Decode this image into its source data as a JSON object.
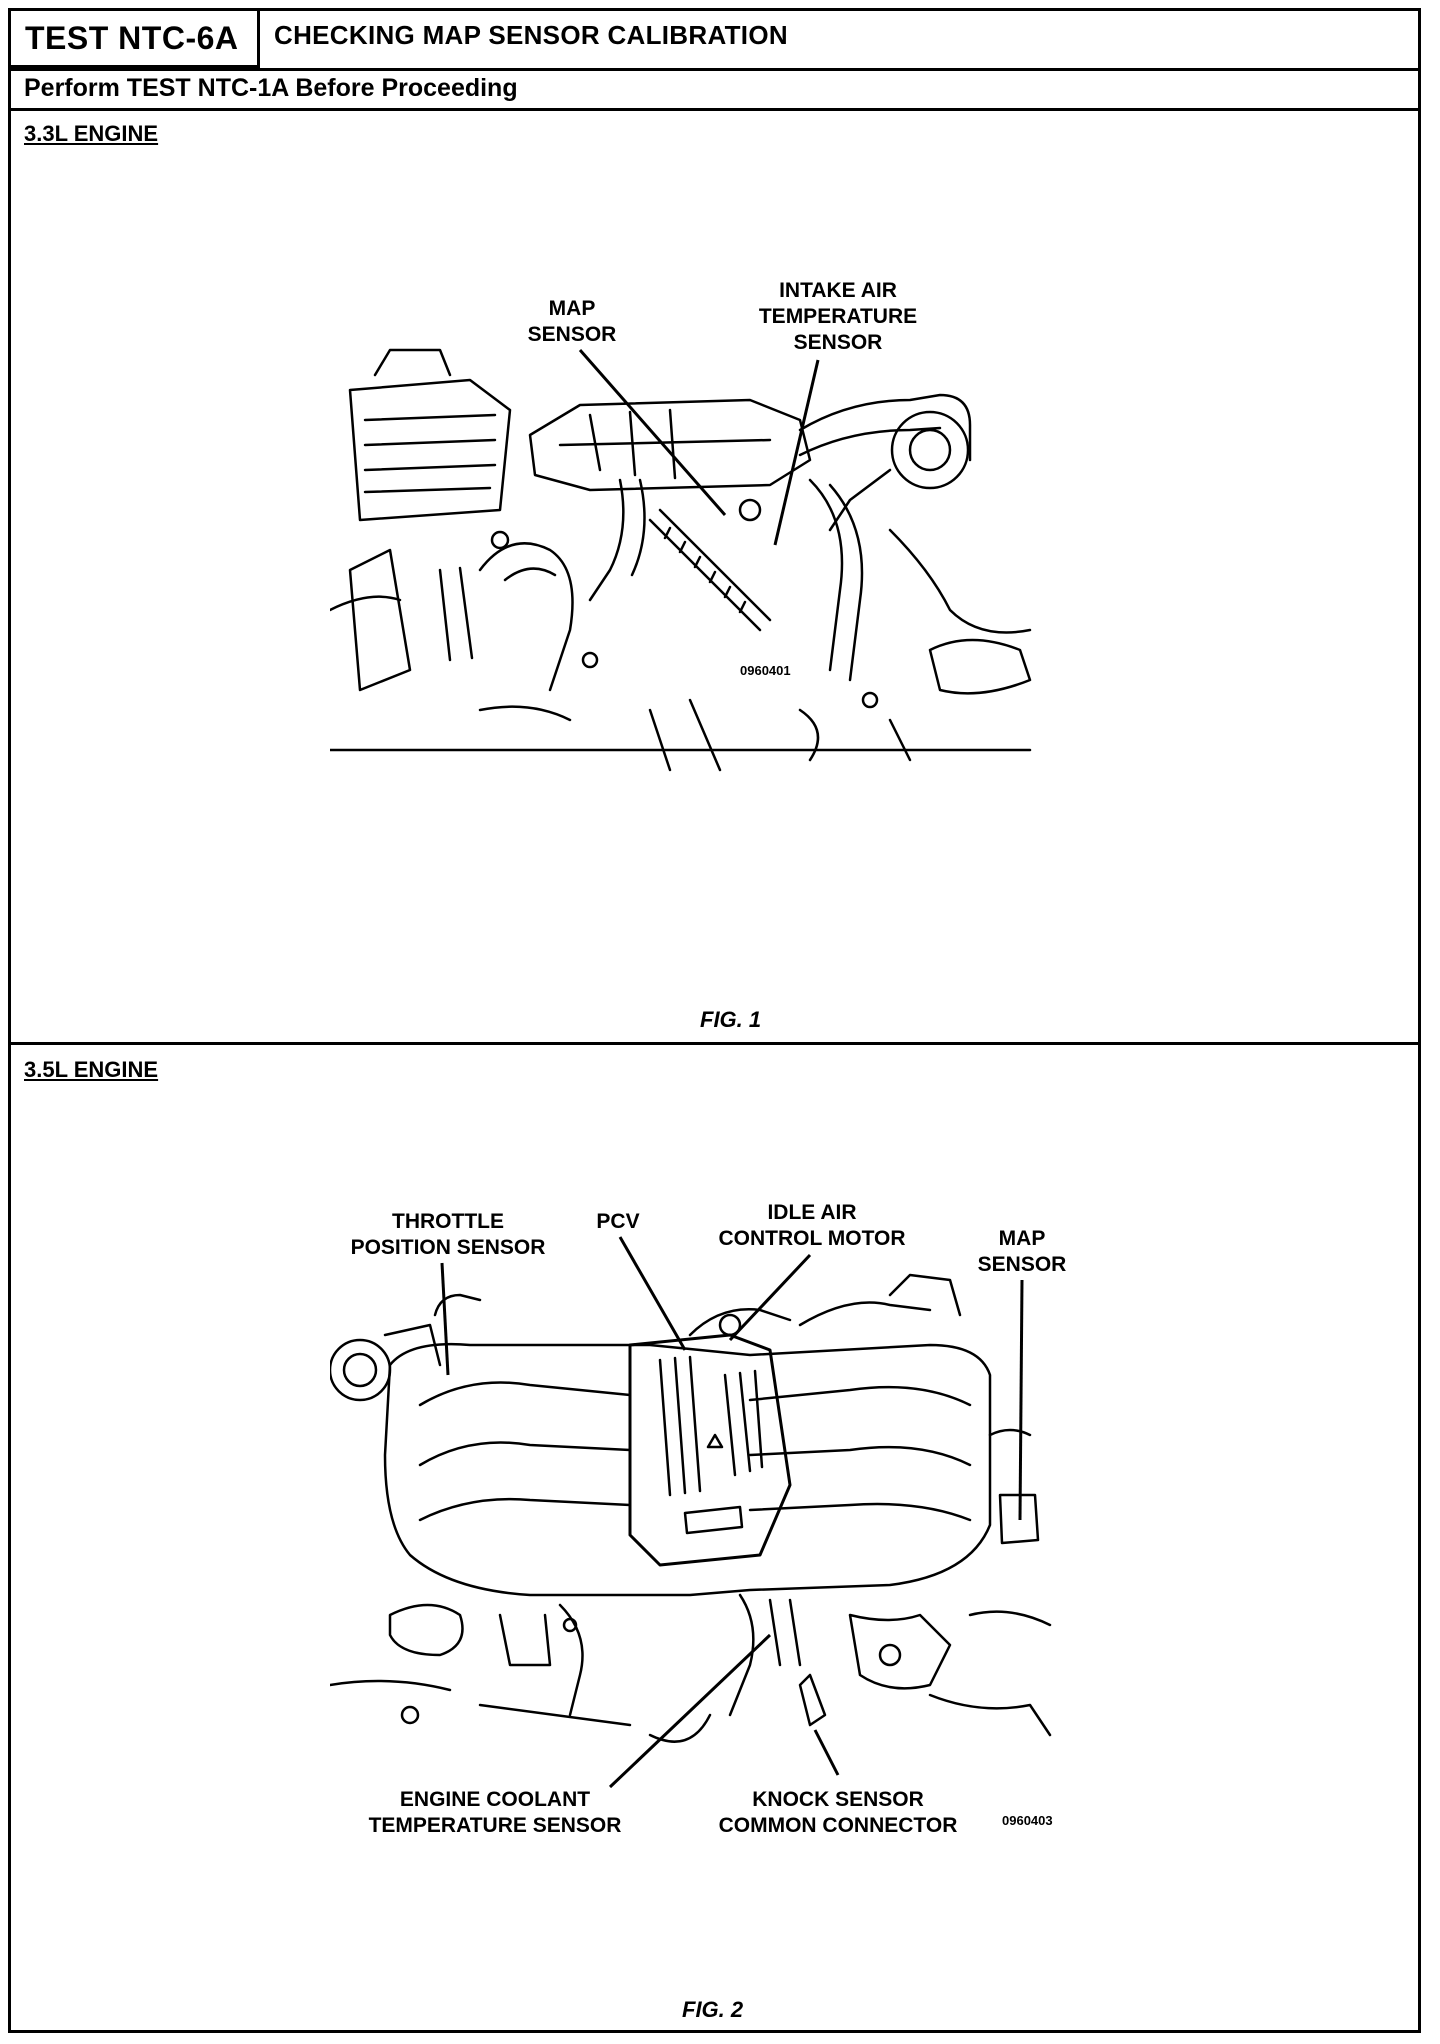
{
  "header": {
    "test_id": "TEST NTC-6A",
    "title": "CHECKING MAP SENSOR CALIBRATION",
    "prerequisite": "Perform TEST NTC-1A Before Proceeding"
  },
  "figure1": {
    "section_label": "3.3L ENGINE",
    "callouts": {
      "map_line1": "MAP",
      "map_line2": "SENSOR",
      "iat_line1": "INTAKE AIR",
      "iat_line2": "TEMPERATURE",
      "iat_line3": "SENSOR"
    },
    "art_code": "0960401",
    "caption": "FIG. 1"
  },
  "figure2": {
    "section_label": "3.5L ENGINE",
    "callouts": {
      "tps_line1": "THROTTLE",
      "tps_line2": "POSITION SENSOR",
      "pcv": "PCV",
      "iac_line1": "IDLE AIR",
      "iac_line2": "CONTROL MOTOR",
      "map_line1": "MAP",
      "map_line2": "SENSOR",
      "ect_line1": "ENGINE COOLANT",
      "ect_line2": "TEMPERATURE SENSOR",
      "knock_line1": "KNOCK SENSOR",
      "knock_line2": "COMMON CONNECTOR"
    },
    "art_code": "0960403",
    "caption": "FIG. 2"
  }
}
